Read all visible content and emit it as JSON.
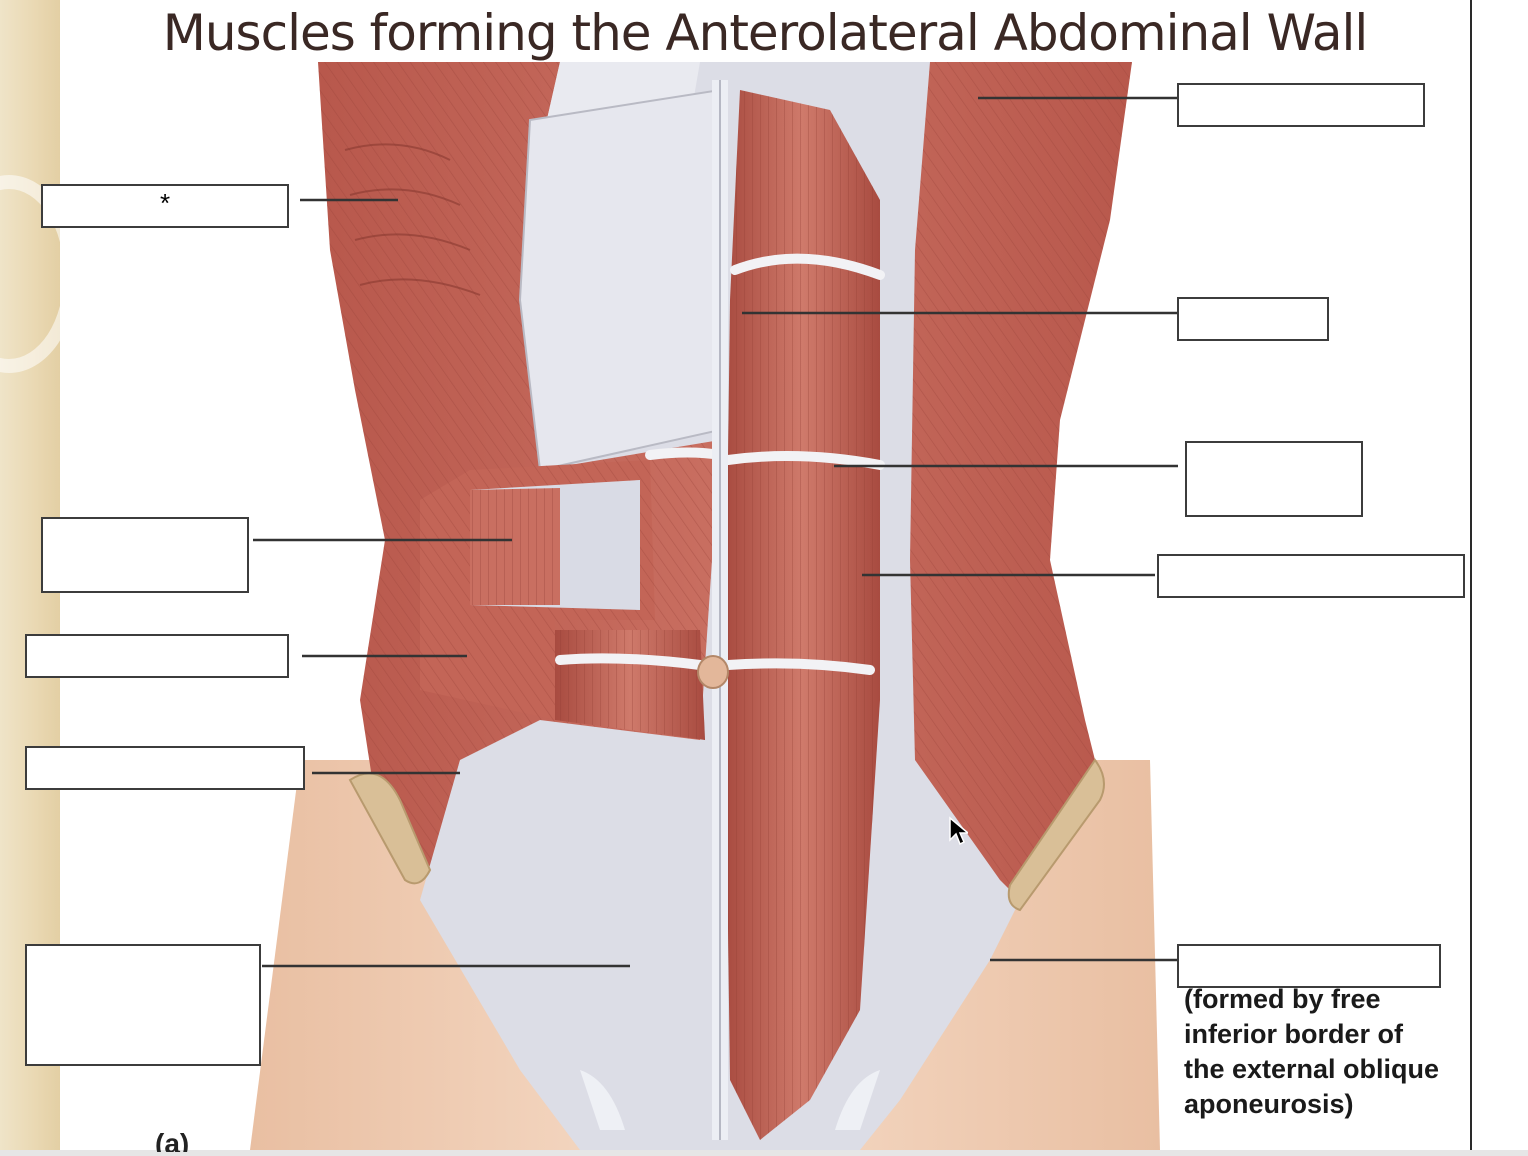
{
  "title": "Muscles forming the Anterolateral Abdominal Wall",
  "label_boxes": [
    {
      "id": "box-top-right",
      "text": ""
    },
    {
      "id": "box-left-serratus",
      "text": "*"
    },
    {
      "id": "box-right-linea-alba",
      "text": ""
    },
    {
      "id": "box-right-tendinous",
      "text": ""
    },
    {
      "id": "box-left-internal",
      "text": ""
    },
    {
      "id": "box-right-rectus",
      "text": ""
    },
    {
      "id": "box-left-transversus",
      "text": ""
    },
    {
      "id": "box-left-external",
      "text": ""
    },
    {
      "id": "box-left-aponeurosis",
      "text": ""
    },
    {
      "id": "box-right-inguinal",
      "text": ""
    }
  ],
  "inguinal_caption": "(formed by free\ninferior border of\nthe external oblique\naponeurosis)",
  "panel_letter": "(a)",
  "colors": {
    "muscle": "#c4685b",
    "muscle_dark": "#a94c42",
    "fascia": "#dcdde6",
    "skin": "#f0cdb2",
    "bone": "#d9bf97",
    "title": "#3a2824",
    "leader": "#333333"
  }
}
